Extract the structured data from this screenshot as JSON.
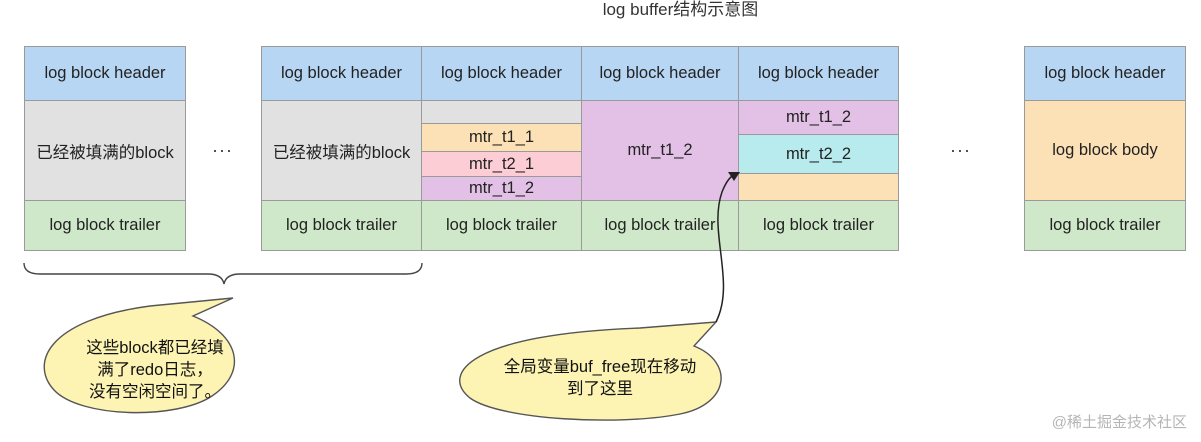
{
  "title": "log buffer结构示意图",
  "labels": {
    "header": "log block header",
    "trailer": "log block trailer",
    "full_block": "已经被填满的block",
    "body": "log block body",
    "ellipsis": "···"
  },
  "mtr": {
    "t1_1": "mtr_t1_1",
    "t2_1": "mtr_t2_1",
    "t1_2": "mtr_t1_2",
    "t2_2": "mtr_t2_2"
  },
  "callouts": {
    "left": [
      "这些block都已经填",
      "满了redo日志，",
      "没有空闲空间了。"
    ],
    "right": [
      "全局变量buf_free现在移动",
      "到了这里"
    ]
  },
  "watermark": "@稀土掘金技术社区",
  "colors": {
    "header": "#b7d6f3",
    "trailer": "#cfe8c9",
    "full": "#e1e1e1",
    "orange": "#fce0b6",
    "pink": "#fdcdd5",
    "purple": "#e3c0e6",
    "cyan": "#b8ebee",
    "bubble": "#fdf4b3"
  }
}
